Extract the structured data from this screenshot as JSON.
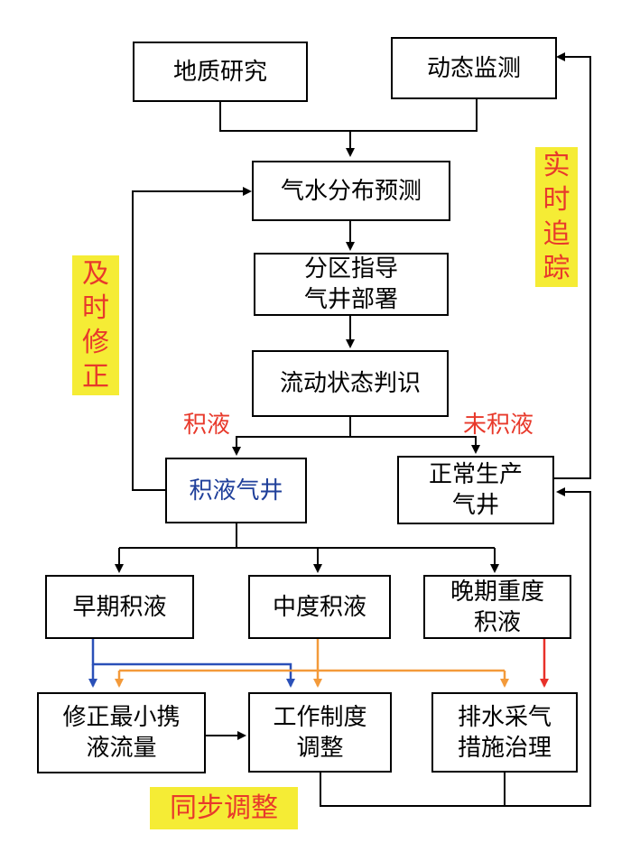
{
  "nodes": {
    "geology": "地质研究",
    "monitoring": "动态监测",
    "prediction": "气水分布预测",
    "zoning": "分区指导\n气井部署",
    "flow_state": "流动状态判识",
    "liquid_well": "积液气井",
    "normal_well": "正常生产\n气井",
    "early": "早期积液",
    "middle": "中度积液",
    "late": "晚期重度\n积液",
    "min_flow": "修正最小携\n液流量",
    "system_adjust": "工作制度\n调整",
    "drainage": "排水采气\n措施治理"
  },
  "branch_labels": {
    "liquid": "积液",
    "no_liquid": "未积液"
  },
  "tags": {
    "realtime": "实\n时\n追\n踪",
    "timely": "及\n时\n修\n正",
    "sync": "同步调整"
  },
  "colors": {
    "line": "#000000",
    "blue": "#2a50b8",
    "orange": "#f39a3a",
    "red": "#e8302a",
    "tag_bg": "#f5ec35",
    "tag_text": "#e8392b"
  }
}
